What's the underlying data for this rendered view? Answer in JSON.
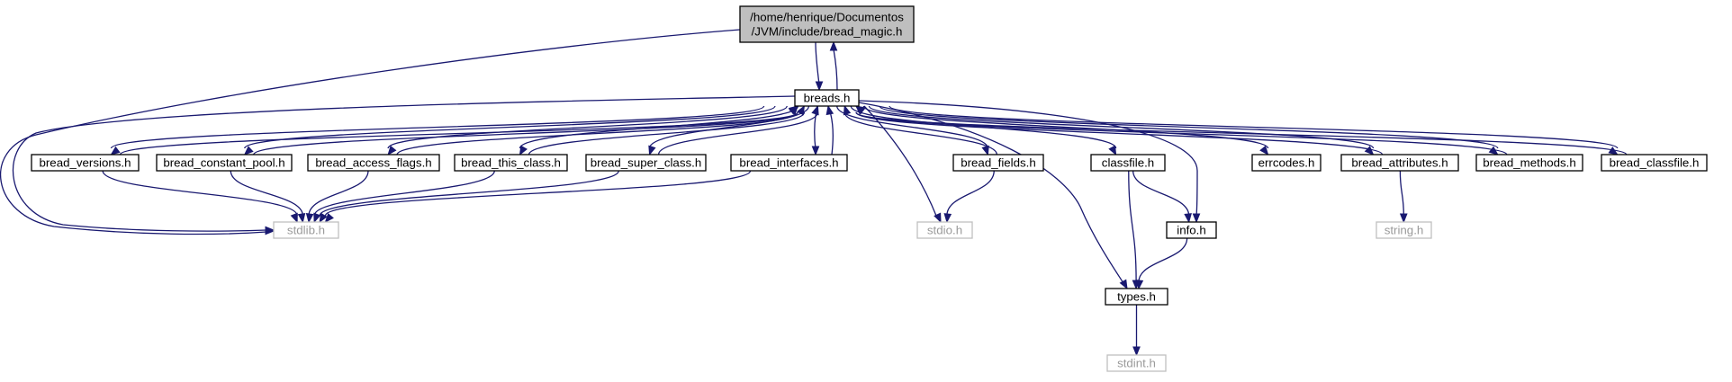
{
  "graph": {
    "edge_color": "#191970",
    "root_fill": "#bfbfbf",
    "missing_border": "#bfbfbf",
    "nodes": [
      {
        "id": "root",
        "lines": [
          "/home/henrique/Documentos",
          "/JVM/include/bread_magic.h"
        ],
        "style": "root"
      },
      {
        "id": "breads",
        "lines": [
          "breads.h"
        ],
        "style": "normal"
      },
      {
        "id": "bread_versions",
        "lines": [
          "bread_versions.h"
        ],
        "style": "normal"
      },
      {
        "id": "bread_constant_pool",
        "lines": [
          "bread_constant_pool.h"
        ],
        "style": "normal"
      },
      {
        "id": "bread_access_flags",
        "lines": [
          "bread_access_flags.h"
        ],
        "style": "normal"
      },
      {
        "id": "bread_this_class",
        "lines": [
          "bread_this_class.h"
        ],
        "style": "normal"
      },
      {
        "id": "bread_super_class",
        "lines": [
          "bread_super_class.h"
        ],
        "style": "normal"
      },
      {
        "id": "bread_interfaces",
        "lines": [
          "bread_interfaces.h"
        ],
        "style": "normal"
      },
      {
        "id": "bread_fields",
        "lines": [
          "bread_fields.h"
        ],
        "style": "normal"
      },
      {
        "id": "classfile",
        "lines": [
          "classfile.h"
        ],
        "style": "normal"
      },
      {
        "id": "errcodes",
        "lines": [
          "errcodes.h"
        ],
        "style": "normal"
      },
      {
        "id": "bread_attributes",
        "lines": [
          "bread_attributes.h"
        ],
        "style": "normal"
      },
      {
        "id": "bread_methods",
        "lines": [
          "bread_methods.h"
        ],
        "style": "normal"
      },
      {
        "id": "bread_classfile",
        "lines": [
          "bread_classfile.h"
        ],
        "style": "normal"
      },
      {
        "id": "stdlib",
        "lines": [
          "stdlib.h"
        ],
        "style": "missing"
      },
      {
        "id": "stdio",
        "lines": [
          "stdio.h"
        ],
        "style": "missing"
      },
      {
        "id": "info",
        "lines": [
          "info.h"
        ],
        "style": "normal"
      },
      {
        "id": "string",
        "lines": [
          "string.h"
        ],
        "style": "missing"
      },
      {
        "id": "types",
        "lines": [
          "types.h"
        ],
        "style": "normal"
      },
      {
        "id": "stdint",
        "lines": [
          "stdint.h"
        ],
        "style": "missing"
      }
    ],
    "edges": [
      {
        "from": "root",
        "to": "breads"
      },
      {
        "from": "root",
        "to": "stdlib"
      },
      {
        "from": "breads",
        "to": "root"
      },
      {
        "from": "breads",
        "to": "bread_versions"
      },
      {
        "from": "breads",
        "to": "bread_constant_pool"
      },
      {
        "from": "breads",
        "to": "bread_access_flags"
      },
      {
        "from": "breads",
        "to": "bread_this_class"
      },
      {
        "from": "breads",
        "to": "bread_super_class"
      },
      {
        "from": "breads",
        "to": "bread_interfaces"
      },
      {
        "from": "breads",
        "to": "bread_fields"
      },
      {
        "from": "breads",
        "to": "classfile"
      },
      {
        "from": "breads",
        "to": "errcodes"
      },
      {
        "from": "breads",
        "to": "bread_attributes"
      },
      {
        "from": "breads",
        "to": "bread_methods"
      },
      {
        "from": "breads",
        "to": "bread_classfile"
      },
      {
        "from": "breads",
        "to": "stdlib"
      },
      {
        "from": "breads",
        "to": "stdio"
      },
      {
        "from": "breads",
        "to": "info"
      },
      {
        "from": "breads",
        "to": "types"
      },
      {
        "from": "bread_versions",
        "to": "breads"
      },
      {
        "from": "bread_versions",
        "to": "stdlib"
      },
      {
        "from": "bread_constant_pool",
        "to": "breads"
      },
      {
        "from": "bread_constant_pool",
        "to": "stdlib"
      },
      {
        "from": "bread_access_flags",
        "to": "breads"
      },
      {
        "from": "bread_access_flags",
        "to": "stdlib"
      },
      {
        "from": "bread_this_class",
        "to": "breads"
      },
      {
        "from": "bread_this_class",
        "to": "stdlib"
      },
      {
        "from": "bread_super_class",
        "to": "breads"
      },
      {
        "from": "bread_super_class",
        "to": "stdlib"
      },
      {
        "from": "bread_interfaces",
        "to": "breads"
      },
      {
        "from": "bread_interfaces",
        "to": "stdlib"
      },
      {
        "from": "bread_fields",
        "to": "breads"
      },
      {
        "from": "bread_fields",
        "to": "stdio"
      },
      {
        "from": "classfile",
        "to": "info"
      },
      {
        "from": "classfile",
        "to": "types"
      },
      {
        "from": "bread_attributes",
        "to": "breads"
      },
      {
        "from": "bread_attributes",
        "to": "string"
      },
      {
        "from": "bread_methods",
        "to": "breads"
      },
      {
        "from": "bread_classfile",
        "to": "breads"
      },
      {
        "from": "info",
        "to": "types"
      },
      {
        "from": "types",
        "to": "stdint"
      }
    ]
  }
}
